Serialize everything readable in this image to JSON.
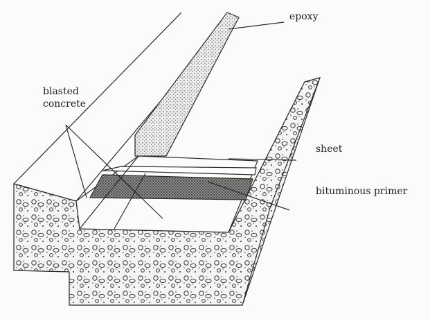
{
  "labels": {
    "epoxy": "epoxy",
    "blasted_concrete_line1": "blasted",
    "blasted_concrete_line2": "concrete",
    "sheet": "sheet",
    "bituminous_primer": "bituminous primer"
  },
  "colors": {
    "line": "#2a2a2a",
    "paper": "#fbfbfa",
    "primer": "#555555"
  }
}
